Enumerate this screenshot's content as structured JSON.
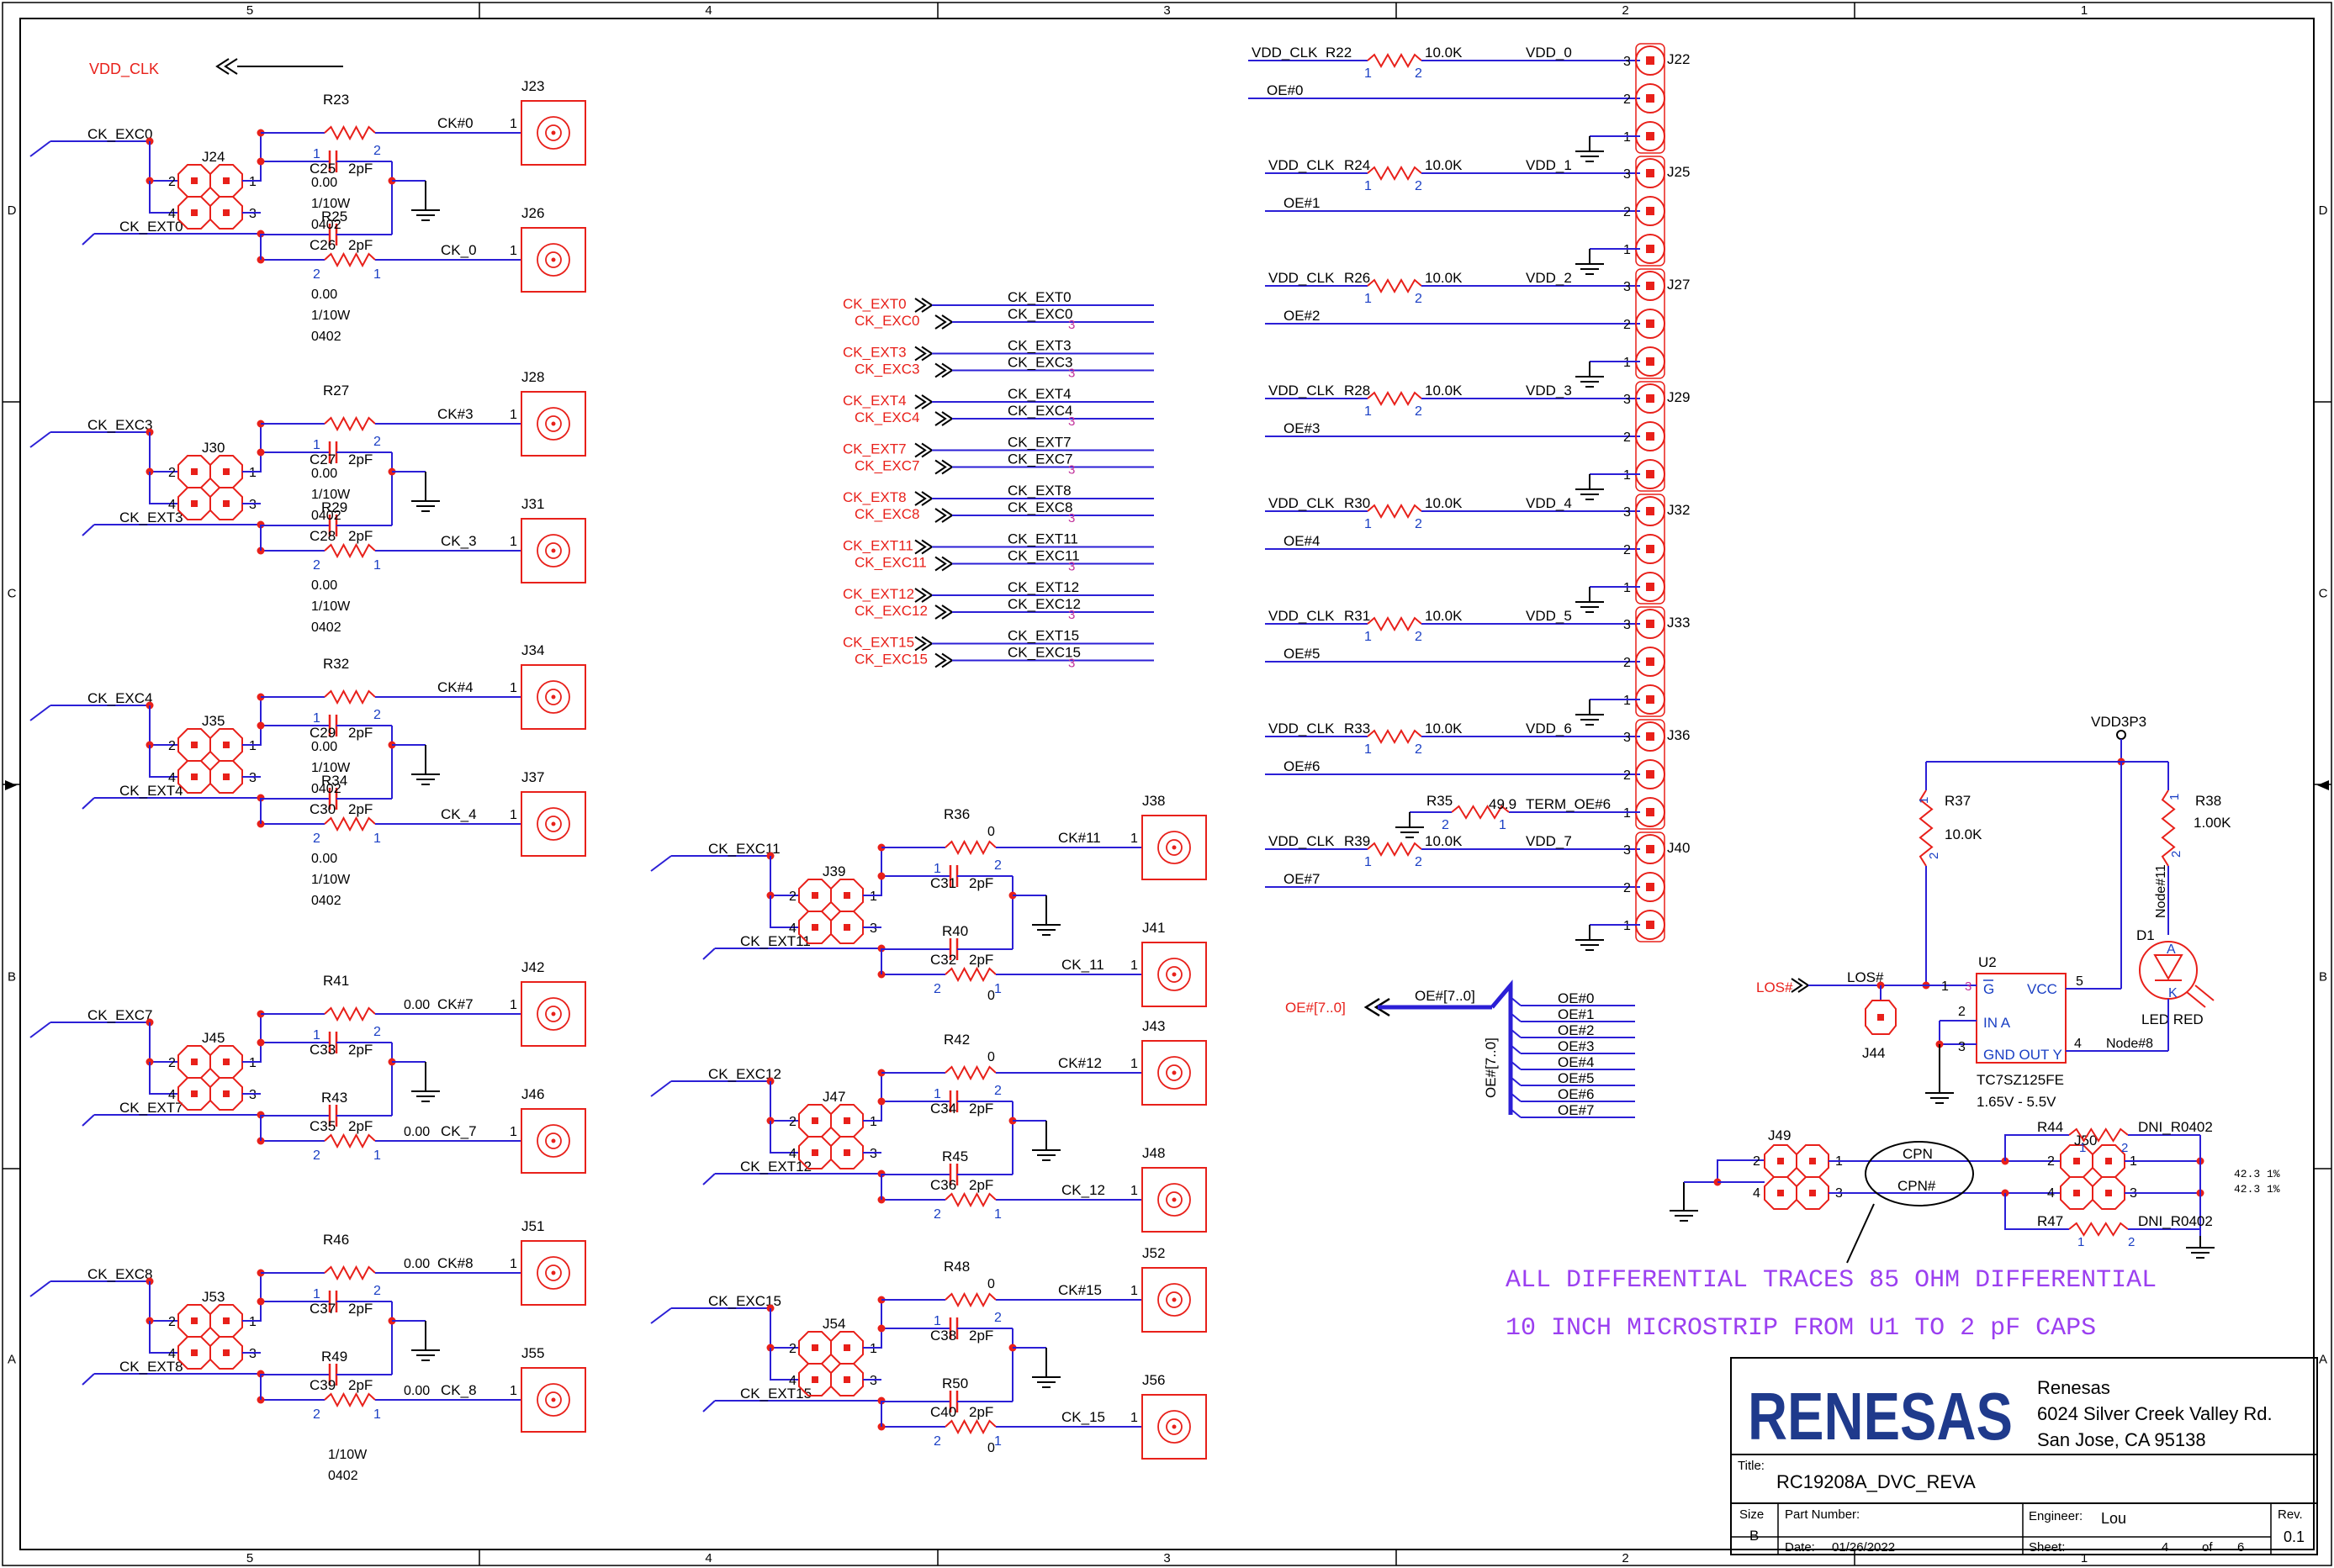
{
  "border": {
    "columns": [
      "5",
      "4",
      "3",
      "2",
      "1"
    ],
    "rows": [
      "D",
      "C",
      "B",
      "A"
    ]
  },
  "colors": {
    "wire": "#2b1fd6",
    "part": "#e8201a",
    "pin": "#1a3fc4",
    "net": "#000000",
    "note": "#9b3ff0",
    "logo": "#1f3a8c"
  },
  "vdd_clk_label": "VDD_CLK",
  "groups": [
    {
      "r_top": "R23",
      "c_top": "C25",
      "r_bot": "R25",
      "c_bot": "C26",
      "j_top": "J23",
      "j_bot": "J26",
      "diff": "J24",
      "in_top": "CK_EXC0",
      "in_bot": "CK_EXT0",
      "out_top": "CK#0",
      "out_bot": "CK_0",
      "cap": "2pF",
      "notes": [
        "0.00",
        "1/10W",
        "0402",
        "0.00",
        "1/10W",
        "0402"
      ]
    },
    {
      "r_top": "R27",
      "c_top": "C27",
      "r_bot": "R29",
      "c_bot": "C28",
      "j_top": "J28",
      "j_bot": "J31",
      "diff": "J30",
      "in_top": "CK_EXC3",
      "in_bot": "CK_EXT3",
      "out_top": "CK#3",
      "out_bot": "CK_3",
      "cap": "2pF",
      "notes": [
        "0.00",
        "1/10W",
        "0402",
        "0.00",
        "1/10W",
        "0402"
      ]
    },
    {
      "r_top": "R32",
      "c_top": "C29",
      "r_bot": "R34",
      "c_bot": "C30",
      "j_top": "J34",
      "j_bot": "J37",
      "diff": "J35",
      "in_top": "CK_EXC4",
      "in_bot": "CK_EXT4",
      "out_top": "CK#4",
      "out_bot": "CK_4",
      "cap": "2pF",
      "notes": [
        "0.00",
        "1/10W",
        "0402",
        "0.00",
        "1/10W",
        "0402"
      ]
    },
    {
      "r_top": "R41",
      "c_top": "C33",
      "r_bot": "R43",
      "c_bot": "C35",
      "j_top": "J42",
      "j_bot": "J46",
      "diff": "J45",
      "in_top": "CK_EXC7",
      "in_bot": "CK_EXT7",
      "out_top": "CK#7",
      "out_bot": "CK_7",
      "cap": "2pF",
      "notes": [
        "0.00",
        "0.00"
      ]
    },
    {
      "r_top": "R46",
      "c_top": "C37",
      "r_bot": "R49",
      "c_bot": "C39",
      "j_top": "J51",
      "j_bot": "J55",
      "diff": "J53",
      "in_top": "CK_EXC8",
      "in_bot": "CK_EXT8",
      "out_top": "CK#8",
      "out_bot": "CK_8",
      "cap": "2pF",
      "notes": [
        "0.00",
        "0.00",
        "1/10W",
        "0402"
      ]
    },
    {
      "r_top": "R36",
      "c_top": "C31",
      "r_bot": "R40",
      "c_bot": "C32",
      "j_top": "J38",
      "j_bot": "J41",
      "diff": "J39",
      "in_top": "CK_EXC11",
      "in_bot": "CK_EXT11",
      "out_top": "CK#11",
      "out_bot": "CK_11",
      "cap": "2pF",
      "notes": [
        "0",
        "0"
      ]
    },
    {
      "r_top": "R42",
      "c_top": "C34",
      "r_bot": "R45",
      "c_bot": "C36",
      "j_top": "J43",
      "j_bot": "J48",
      "diff": "J47",
      "in_top": "CK_EXC12",
      "in_bot": "CK_EXT12",
      "out_top": "CK#12",
      "out_bot": "CK_12",
      "cap": "2pF",
      "notes": [
        "0"
      ]
    },
    {
      "r_top": "R48",
      "c_top": "C38",
      "r_bot": "R50",
      "c_bot": "C40",
      "j_top": "J52",
      "j_bot": "J56",
      "diff": "J54",
      "in_top": "CK_EXC15",
      "in_bot": "CK_EXT15",
      "out_top": "CK#15",
      "out_bot": "CK_15",
      "cap": "2pF",
      "notes": [
        "0",
        "0"
      ]
    }
  ],
  "ports": [
    {
      "ext": "CK_EXT0",
      "exc": "CK_EXC0"
    },
    {
      "ext": "CK_EXT3",
      "exc": "CK_EXC3"
    },
    {
      "ext": "CK_EXT4",
      "exc": "CK_EXC4"
    },
    {
      "ext": "CK_EXT7",
      "exc": "CK_EXC7"
    },
    {
      "ext": "CK_EXT8",
      "exc": "CK_EXC8"
    },
    {
      "ext": "CK_EXT11",
      "exc": "CK_EXC11"
    },
    {
      "ext": "CK_EXT12",
      "exc": "CK_EXC12"
    },
    {
      "ext": "CK_EXT15",
      "exc": "CK_EXC15"
    }
  ],
  "headers": [
    {
      "vdd_clk": "VDD_CLK",
      "res": "R22",
      "val": "10.0K",
      "vdd": "VDD_0",
      "oe": "OE#0",
      "ref": "J22"
    },
    {
      "vdd_clk": "VDD_CLK",
      "res": "R24",
      "val": "10.0K",
      "vdd": "VDD_1",
      "oe": "OE#1",
      "ref": "J25"
    },
    {
      "vdd_clk": "VDD_CLK",
      "res": "R26",
      "val": "10.0K",
      "vdd": "VDD_2",
      "oe": "OE#2",
      "ref": "J27"
    },
    {
      "vdd_clk": "VDD_CLK",
      "res": "R28",
      "val": "10.0K",
      "vdd": "VDD_3",
      "oe": "OE#3",
      "ref": "J29"
    },
    {
      "vdd_clk": "VDD_CLK",
      "res": "R30",
      "val": "10.0K",
      "vdd": "VDD_4",
      "oe": "OE#4",
      "ref": "J32"
    },
    {
      "vdd_clk": "VDD_CLK",
      "res": "R31",
      "val": "10.0K",
      "vdd": "VDD_5",
      "oe": "OE#5",
      "ref": "J33"
    },
    {
      "vdd_clk": "VDD_CLK",
      "res": "R33",
      "val": "10.0K",
      "vdd": "VDD_6",
      "oe": "OE#6",
      "ref": "J36"
    },
    {
      "vdd_clk": "VDD_CLK",
      "res": "R39",
      "val": "10.0K",
      "vdd": "VDD_7",
      "oe": "OE#7",
      "ref": "J40"
    }
  ],
  "term": {
    "res": "R35",
    "val": "49.9",
    "net": "TERM_OE#6"
  },
  "oe_bus": {
    "port": "OE#[7..0]",
    "bus": "OE#[7..0]",
    "bus_vertical": "OE#[7..0]",
    "taps": [
      "OE#0",
      "OE#1",
      "OE#2",
      "OE#3",
      "OE#4",
      "OE#5",
      "OE#6",
      "OE#7"
    ]
  },
  "los": {
    "vdd": "VDD3P3",
    "r37": "R37",
    "r37_val": "10.0K",
    "r38": "R38",
    "r38_val": "1.00K",
    "node11": "Node#11",
    "d1": "D1",
    "anode": "A",
    "cathode": "K",
    "led": "LED RED",
    "port": "LOS#",
    "net": "LOS#",
    "j44": "J44",
    "u2": "U2",
    "g_pin": "G",
    "ina": "IN A",
    "vcc": "VCC",
    "gnd_out": "GND OUT Y",
    "part": "TC7SZ125FE",
    "range": "1.65V - 5.5V",
    "node8": "Node#8",
    "pin_vcc": "5",
    "pin_g": "1",
    "pin_ina": "2",
    "pin_gnd": "3",
    "pin_outy": "4"
  },
  "cpn": {
    "j49": "J49",
    "j50": "J50",
    "cpn": "CPN",
    "cpn_hash": "CPN#",
    "r44": "R44",
    "r47": "R47",
    "dni": "DNI_R0402",
    "pct": "42.3 1%"
  },
  "note": {
    "line1": "ALL DIFFERENTIAL TRACES 85 OHM DIFFERENTIAL",
    "line2": "10 INCH MICROSTRIP FROM U1 TO 2 pF CAPS"
  },
  "title_block": {
    "logo": "RENESAS",
    "company": "Renesas",
    "address1": "6024 Silver Creek Valley Rd.",
    "address2": "San Jose, CA 95138",
    "title_label": "Title:",
    "title": "RC19208A_DVC_REVA",
    "size_label": "Size",
    "size": "B",
    "part_label": "Part Number:",
    "engineer_label": "Engineer:",
    "engineer": "Lou",
    "rev_label": "Rev.",
    "rev": "0.1",
    "date_label": "Date:",
    "date": "01/26/2022",
    "sheet_label": "Sheet:",
    "sheet": "4",
    "of_label": "of",
    "of": "6"
  }
}
